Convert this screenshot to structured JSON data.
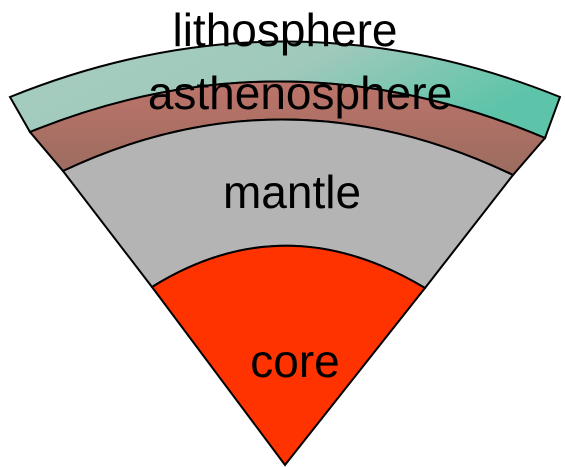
{
  "diagram": {
    "layers": [
      {
        "id": "lithosphere",
        "label": "lithosphere",
        "color_top": "#a7cdc0",
        "color_bottom": "#5ec4a9"
      },
      {
        "id": "asthenosphere",
        "label": "asthenosphere",
        "color_top": "#b9746a",
        "color_bottom": "#9c6b5f"
      },
      {
        "id": "mantle",
        "label": "mantle",
        "color": "#b4b4b4"
      },
      {
        "id": "core",
        "label": "core",
        "color": "#ff3300"
      }
    ],
    "outline_color": "#000000"
  }
}
